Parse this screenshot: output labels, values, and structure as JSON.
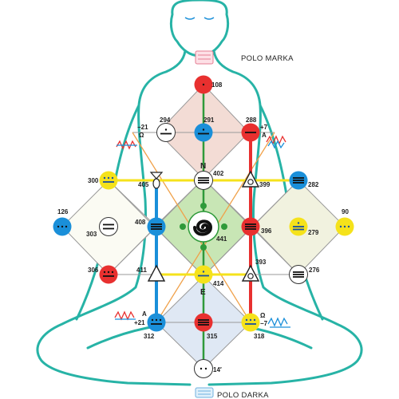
{
  "labels": {
    "pole_top": "POLO MARKA",
    "pole_bottom": "POLO DARKA",
    "north": "N",
    "east": "E"
  },
  "colors": {
    "body_outline": "#27b3a6",
    "red": "#e8302f",
    "blue": "#1a8fd9",
    "yellow": "#f5e21b",
    "green": "#2f9a3a",
    "black": "#111111"
  },
  "nodes": [
    {
      "id": "108",
      "label": "108",
      "color": "red",
      "glyph": "one-dot"
    },
    {
      "id": "291",
      "label": "291",
      "color": "blue",
      "glyph": "dot-bar"
    },
    {
      "id": "294",
      "label": "294",
      "color": "white",
      "glyph": "dot-bar"
    },
    {
      "id": "288",
      "label": "288",
      "color": "red",
      "glyph": "bar"
    },
    {
      "id": "300",
      "label": "300",
      "color": "yellow",
      "glyph": "dots-bar"
    },
    {
      "id": "402",
      "label": "402",
      "color": "white",
      "glyph": "bars"
    },
    {
      "id": "282",
      "label": "282",
      "color": "blue",
      "glyph": "bars"
    },
    {
      "id": "126",
      "label": "126",
      "color": "blue",
      "glyph": "dots"
    },
    {
      "id": "303",
      "label": "303",
      "color": "white",
      "glyph": "double-bar"
    },
    {
      "id": "408",
      "label": "408",
      "color": "blue",
      "glyph": "bars"
    },
    {
      "id": "441",
      "label": "441",
      "color": "white",
      "glyph": "spiral"
    },
    {
      "id": "396",
      "label": "396",
      "color": "red",
      "glyph": "bars"
    },
    {
      "id": "279",
      "label": "279",
      "color": "yellow",
      "glyph": "dot-bars"
    },
    {
      "id": "90",
      "label": "90",
      "color": "yellow",
      "glyph": "dots"
    },
    {
      "id": "306",
      "label": "306",
      "color": "red",
      "glyph": "dots-bar"
    },
    {
      "id": "414",
      "label": "414",
      "color": "yellow",
      "glyph": "dot-bar"
    },
    {
      "id": "276",
      "label": "276",
      "color": "white",
      "glyph": "bars"
    },
    {
      "id": "312",
      "label": "312",
      "color": "blue",
      "glyph": "dots-bar"
    },
    {
      "id": "315",
      "label": "315",
      "color": "red",
      "glyph": "bars"
    },
    {
      "id": "318",
      "label": "318",
      "color": "yellow",
      "glyph": "dots-bar"
    },
    {
      "id": "14",
      "label": "14′",
      "color": "white",
      "glyph": "two-dots"
    }
  ],
  "symbols": [
    {
      "id": "405",
      "label": "405",
      "kind": "ankh"
    },
    {
      "id": "399",
      "label": "399",
      "kind": "tri-loop"
    },
    {
      "id": "411",
      "label": "411",
      "kind": "triangle"
    },
    {
      "id": "393",
      "label": "393",
      "kind": "tri-loop"
    }
  ],
  "side_annotations": {
    "upper_left": {
      "value": "−21",
      "sub": "Ω"
    },
    "upper_right": {
      "value": "+7",
      "sub": "A"
    },
    "lower_left": {
      "value": "+21",
      "sub": "A"
    },
    "lower_right": {
      "value": "−7",
      "sub": "Ω"
    }
  }
}
